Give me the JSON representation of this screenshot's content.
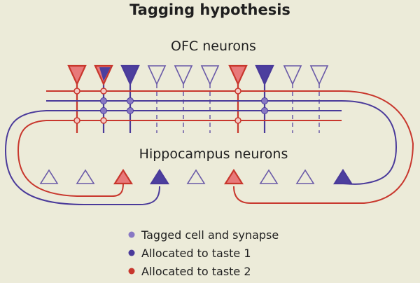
{
  "title": "Tagging hypothesis",
  "ofc_label": "OFC neurons",
  "hippo_label": "Hippocampus neurons",
  "colors": {
    "red": "#c8372d",
    "purple": "#4a3a9a",
    "outline": "#6a5aa8",
    "tagged": "#8878c4",
    "red_fill": "#e8797a",
    "purple_fill": "#4c3f9e",
    "background": "#ecebd9"
  },
  "ofc_neurons": [
    {
      "state": "red"
    },
    {
      "state": "mixed"
    },
    {
      "state": "purple"
    },
    {
      "state": "empty"
    },
    {
      "state": "empty"
    },
    {
      "state": "empty"
    },
    {
      "state": "red"
    },
    {
      "state": "purple"
    },
    {
      "state": "empty"
    },
    {
      "state": "empty"
    }
  ],
  "hippocampus_neurons": [
    {
      "state": "empty"
    },
    {
      "state": "empty"
    },
    {
      "state": "red"
    },
    {
      "state": "purple"
    },
    {
      "state": "empty"
    },
    {
      "state": "red"
    },
    {
      "state": "empty"
    },
    {
      "state": "empty"
    },
    {
      "state": "purple"
    }
  ],
  "legend": [
    {
      "label": "Tagged cell and synapse",
      "color": "#8878c4"
    },
    {
      "label": "Allocated to taste 1",
      "color": "#4a3a9a"
    },
    {
      "label": "Allocated to taste 2",
      "color": "#c8372d"
    }
  ]
}
